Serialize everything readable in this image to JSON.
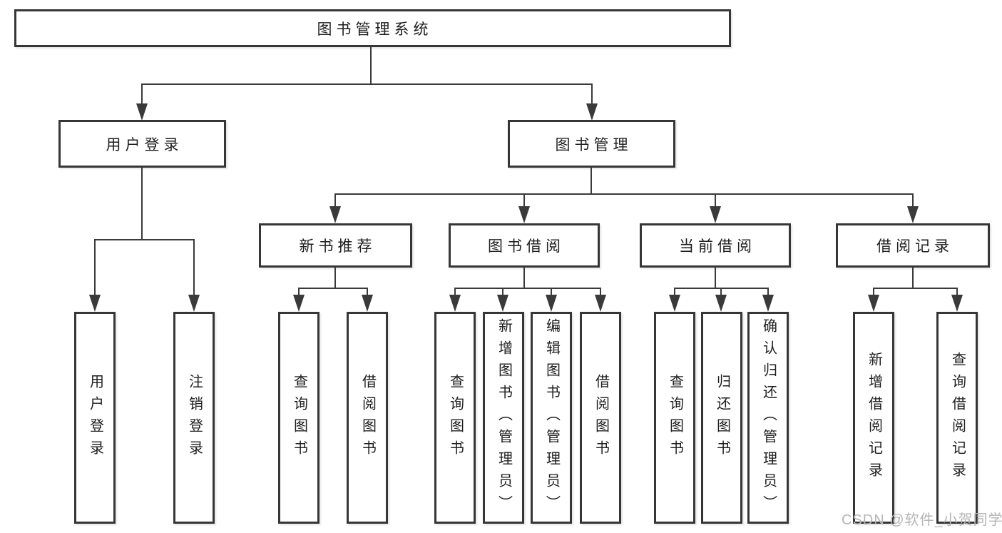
{
  "root": {
    "label": "图书管理系统"
  },
  "branches": [
    {
      "label": "用户登录",
      "children": [
        {
          "label": "用户登录"
        },
        {
          "label": "注销登录"
        }
      ]
    },
    {
      "label": "图书管理",
      "sections": [
        {
          "label": "新书推荐",
          "children": [
            {
              "label": "查询图书"
            },
            {
              "label": "借阅图书"
            }
          ]
        },
        {
          "label": "图书借阅",
          "children": [
            {
              "label": "查询图书"
            },
            {
              "label": "新增图书（管理员）"
            },
            {
              "label": "编辑图书（管理员）"
            },
            {
              "label": "借阅图书"
            }
          ]
        },
        {
          "label": "当前借阅",
          "children": [
            {
              "label": "查询图书"
            },
            {
              "label": "归还图书"
            },
            {
              "label": "确认归还（管理员）"
            }
          ]
        },
        {
          "label": "借阅记录",
          "children": [
            {
              "label": "新增借阅记录"
            },
            {
              "label": "查询借阅记录"
            }
          ]
        }
      ]
    }
  ],
  "watermark": "CSDN @软件_小贺同学",
  "colors": {
    "line": "#3a3a3a",
    "box_border": "#363636",
    "text": "#1e1e1e",
    "watermark": "#b5b5b5",
    "background": "#ffffff"
  }
}
